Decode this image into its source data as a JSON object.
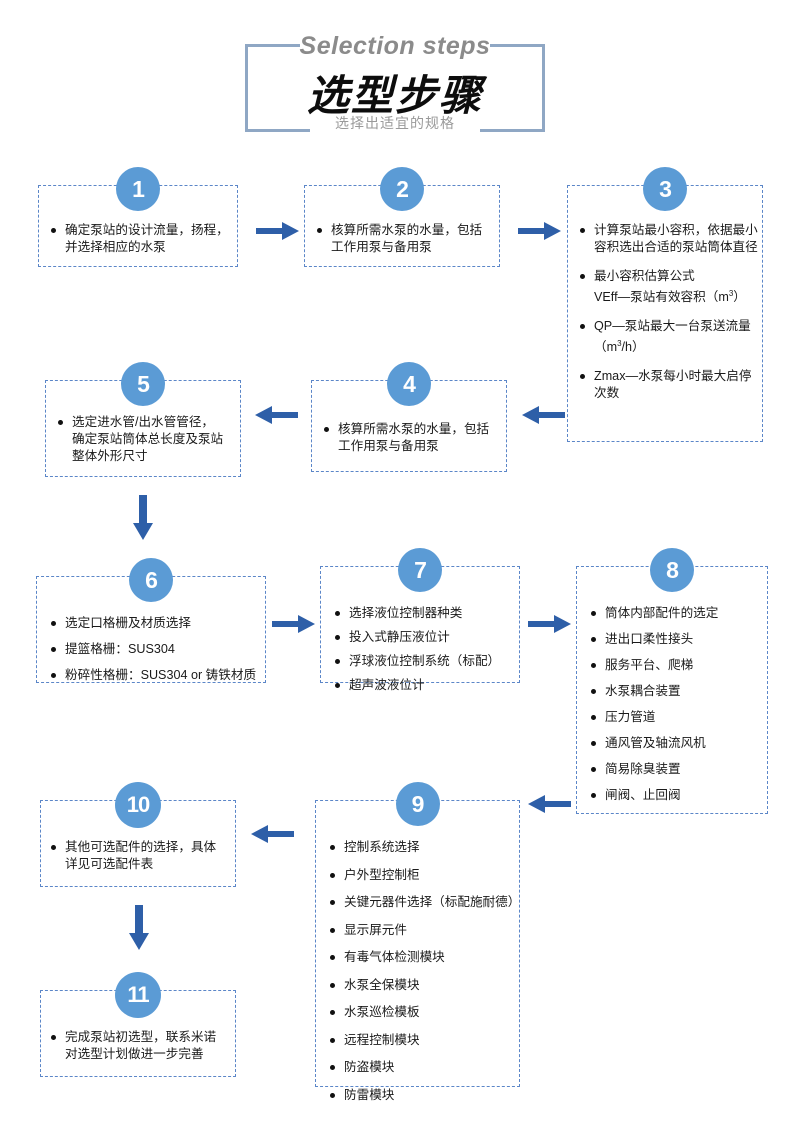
{
  "header": {
    "english_title": "Selection steps",
    "chinese_title": "选型步骤",
    "subtitle": "选择出适宜的规格"
  },
  "colors": {
    "badge": "#5B9BD5",
    "box_border": "#5B86C8",
    "arrow": "#2E5FA8",
    "frame": "#8FA7C4",
    "english_title": "#8B8B8B",
    "subtitle": "#9A9A9A"
  },
  "steps": [
    {
      "number": "1",
      "bullets": [
        "确定泵站的设计流量，扬程，并选择相应的水泵"
      ]
    },
    {
      "number": "2",
      "bullets": [
        "核算所需水泵的水量，包括工作用泵与备用泵"
      ]
    },
    {
      "number": "3",
      "bullets": [
        "计算泵站最小容积，依据最小容积选出合适的泵站筒体直径",
        "最小容积估算公式 VEff—泵站有效容积（m³）",
        "QP—泵站最大一台泵送流量（m³/h）",
        "Zmax—水泵每小时最大启停次数"
      ]
    },
    {
      "number": "4",
      "bullets": [
        "核算所需水泵的水量，包括工作用泵与备用泵"
      ]
    },
    {
      "number": "5",
      "bullets": [
        "选定进水管/出水管管径，确定泵站筒体总长度及泵站整体外形尺寸"
      ]
    },
    {
      "number": "6",
      "bullets": [
        "选定口格栅及材质选择",
        "提篮格栅：SUS304",
        "粉碎性格栅：SUS304 or 铸铁材质"
      ]
    },
    {
      "number": "7",
      "bullets": [
        "选择液位控制器种类",
        "投入式静压液位计",
        "浮球液位控制系统（标配）",
        "超声波液位计"
      ]
    },
    {
      "number": "8",
      "bullets": [
        "筒体内部配件的选定",
        "进出口柔性接头",
        "服务平台、爬梯",
        "水泵耦合装置",
        "压力管道",
        "通风管及轴流风机",
        "简易除臭装置",
        "闸阀、止回阀"
      ]
    },
    {
      "number": "9",
      "bullets": [
        "控制系统选择",
        "户外型控制柜",
        "关键元器件选择（标配施耐德）",
        "显示屏元件",
        "有毒气体检测模块",
        "水泵全保模块",
        "水泵巡检模板",
        "远程控制模块",
        "防盗模块",
        "防雷模块"
      ]
    },
    {
      "number": "10",
      "bullets": [
        "其他可选配件的选择，具体详见可选配件表"
      ]
    },
    {
      "number": "11",
      "bullets": [
        "完成泵站初选型，联系米诺对选型计划做进一步完善"
      ]
    }
  ],
  "step3_lines": {
    "b1_l1": "计算泵站最小容积，依据最小",
    "b1_l2": "容积选出合适的泵站筒体直径",
    "b2_l1": "最小容积估算公式",
    "b2_l2_pre": "VEff—泵站有效容积（m",
    "b2_l2_sup": "3",
    "b2_l2_post": "）",
    "b3_l1_pre": "QP—泵站最大一台泵送流量",
    "b3_l2_pre": "（m",
    "b3_l2_sup": "3",
    "b3_l2_post": "/h）",
    "b4_l1": "Zmax—水泵每小时最大启停",
    "b4_l2": "次数"
  },
  "step1_lines": {
    "l1": "确定泵站的设计流量，扬程，",
    "l2": "并选择相应的水泵"
  },
  "step2_lines": {
    "l1": "核算所需水泵的水量，包括",
    "l2": "工作用泵与备用泵"
  },
  "step4_lines": {
    "l1": "核算所需水泵的水量，包括",
    "l2": "工作用泵与备用泵"
  },
  "step5_lines": {
    "l1": "选定进水管/出水管管径，",
    "l2": "确定泵站筒体总长度及泵站",
    "l3": "整体外形尺寸"
  },
  "step10_lines": {
    "l1": "其他可选配件的选择，具体",
    "l2": "详见可选配件表"
  },
  "step11_lines": {
    "l1": "完成泵站初选型，联系米诺",
    "l2": "对选型计划做进一步完善"
  },
  "arrows": [
    {
      "name": "arrow-1-to-2",
      "direction": "right"
    },
    {
      "name": "arrow-2-to-3",
      "direction": "right"
    },
    {
      "name": "arrow-3-to-4",
      "direction": "left"
    },
    {
      "name": "arrow-4-to-5",
      "direction": "left"
    },
    {
      "name": "arrow-5-to-6",
      "direction": "down"
    },
    {
      "name": "arrow-6-to-7",
      "direction": "right"
    },
    {
      "name": "arrow-7-to-8",
      "direction": "right"
    },
    {
      "name": "arrow-8-to-9",
      "direction": "left"
    },
    {
      "name": "arrow-9-to-10",
      "direction": "left"
    },
    {
      "name": "arrow-10-to-11",
      "direction": "down"
    }
  ]
}
